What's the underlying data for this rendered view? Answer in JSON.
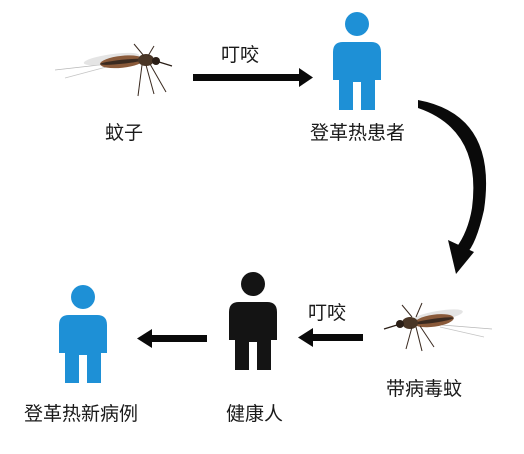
{
  "labels": {
    "mosquito": "蚊子",
    "patient": "登革热患者",
    "infected_mosquito": "带病毒蚊",
    "healthy_person": "健康人",
    "new_case": "登革热新病例",
    "bite_top": "叮咬",
    "bite_bottom": "叮咬"
  },
  "colors": {
    "person_blue": "#1e90d6",
    "person_black": "#141414",
    "arrow": "#0a0a0a"
  },
  "icons": [
    "mosquito-icon",
    "person-icon"
  ]
}
